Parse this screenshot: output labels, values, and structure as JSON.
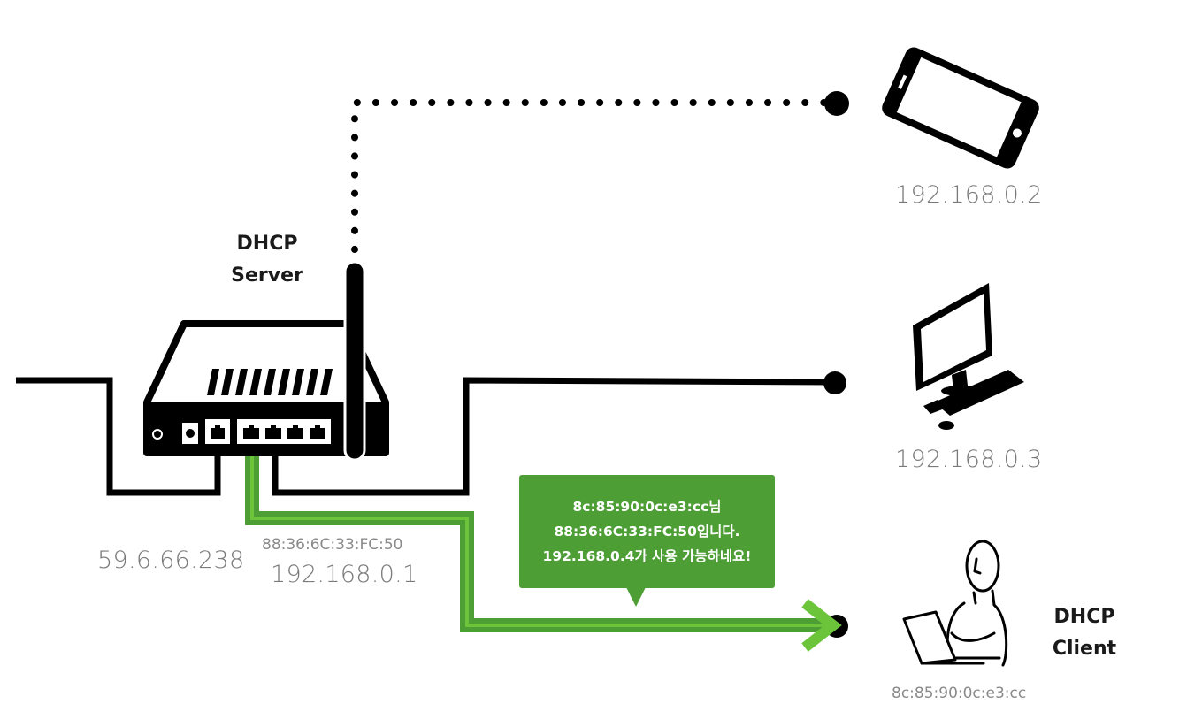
{
  "server": {
    "role_line1": "DHCP",
    "role_line2": "Server",
    "mac": "88:36:6C:33:FC:50",
    "lan_ip": "192.168.0.1",
    "wan_ip": "59.6.66.238"
  },
  "devices": {
    "phone": {
      "ip": "192.168.0.2",
      "icon": "smartphone-icon",
      "link": "wireless"
    },
    "desktop": {
      "ip": "192.168.0.3",
      "icon": "desktop-computer-icon",
      "link": "wired"
    }
  },
  "client": {
    "role_line1": "DHCP",
    "role_line2": "Client",
    "mac": "8c:85:90:0c:e3:cc",
    "icon": "person-with-laptop-icon"
  },
  "message": {
    "line1": "8c:85:90:0c:e3:cc님",
    "line2": "88:36:6C:33:FC:50입니다.",
    "line3": "192.168.0.4가 사용 가능하네요!"
  },
  "colors": {
    "line": "#000000",
    "highlight": "#4e9e36",
    "highlight_light": "#6cc43a",
    "label_gray": "#7a7a7a"
  }
}
